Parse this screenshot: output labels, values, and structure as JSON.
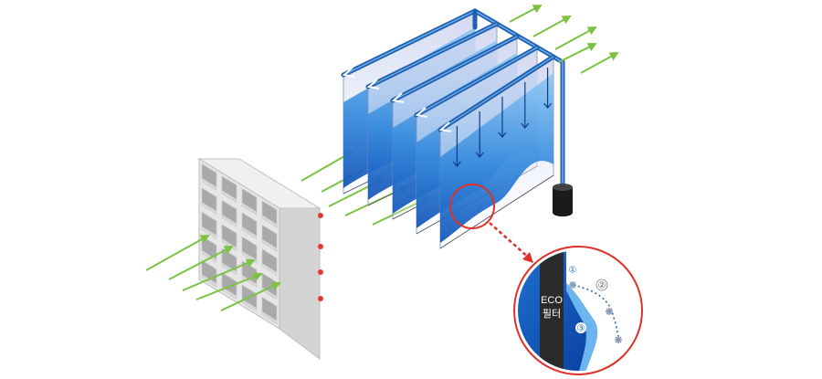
{
  "callout": {
    "filter_label_line1": "ECO",
    "filter_label_line2": "필터",
    "steps": [
      "①",
      "②",
      "③"
    ]
  },
  "colors": {
    "air_arrow": "#7dc242",
    "water_dark": "#0a4fb8",
    "water_light": "#66b6ee",
    "pipe": "#1f5fb0",
    "callout_ring": "#e0302a",
    "filter_bar": "#2b2b2b",
    "cabinet": "#dedede",
    "cabinet_light": "#f3f3f3",
    "cabinet_red_dot": "#e23a32",
    "particle": "#8a9bb5"
  },
  "icons": {
    "air_flow": "arrow-right-icon",
    "water_flow": "arrow-down-icon",
    "pipe_flow": "arrow-left-icon",
    "dust": "asterisk-icon"
  }
}
